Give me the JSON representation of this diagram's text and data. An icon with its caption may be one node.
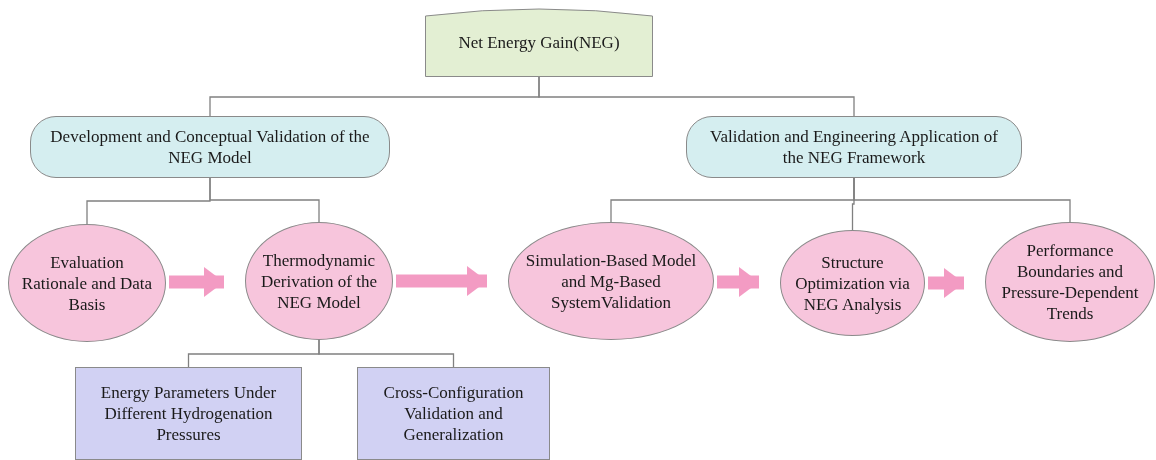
{
  "diagram": {
    "nodes": [
      {
        "text": [
          "Net Energy Gain(NEG)"
        ]
      },
      {
        "text": [
          "Development and Conceptual Validation of the NEG Model"
        ]
      },
      {
        "text": [
          "Validation and Engineering Application of the NEG Framework"
        ]
      },
      {
        "text": [
          "Evaluation Rationale and Data Basis"
        ]
      },
      {
        "text": [
          "Thermodynamic Derivation of the NEG Model"
        ]
      },
      {
        "text": [
          "Simulation-Based Model and Mg-Based SystemValidation"
        ]
      },
      {
        "text": [
          "Structure Optimization via NEG Analysis"
        ]
      },
      {
        "text": [
          "Performance Boundaries and Pressure-Dependent Trends"
        ]
      },
      {
        "text": [
          "Energy Parameters Under Different Hydrogenation Pressures"
        ]
      },
      {
        "text": [
          "Cross-Configuration Validation and Generalization"
        ]
      }
    ],
    "edges": [
      {
        "from": 0,
        "to": 1,
        "arrow": "none"
      },
      {
        "from": 0,
        "to": 2,
        "arrow": "none"
      },
      {
        "from": 1,
        "to": 3,
        "arrow": "none"
      },
      {
        "from": 1,
        "to": 4,
        "arrow": "none"
      },
      {
        "from": 2,
        "to": 5,
        "arrow": "none"
      },
      {
        "from": 2,
        "to": 6,
        "arrow": "none"
      },
      {
        "from": 2,
        "to": 7,
        "arrow": "none"
      },
      {
        "from": 4,
        "to": 8,
        "arrow": "none"
      },
      {
        "from": 4,
        "to": 9,
        "arrow": "none"
      },
      {
        "from": 3,
        "to": 4,
        "arrow": "to",
        "style": "thick",
        "color": "#f39bc3"
      },
      {
        "from": 4,
        "to": 5,
        "arrow": "to",
        "style": "thick",
        "color": "#f39bc3"
      },
      {
        "from": 5,
        "to": 6,
        "arrow": "to",
        "style": "thick",
        "color": "#f39bc3"
      },
      {
        "from": 6,
        "to": 7,
        "arrow": "to",
        "style": "thick",
        "color": "#f39bc3"
      }
    ]
  }
}
